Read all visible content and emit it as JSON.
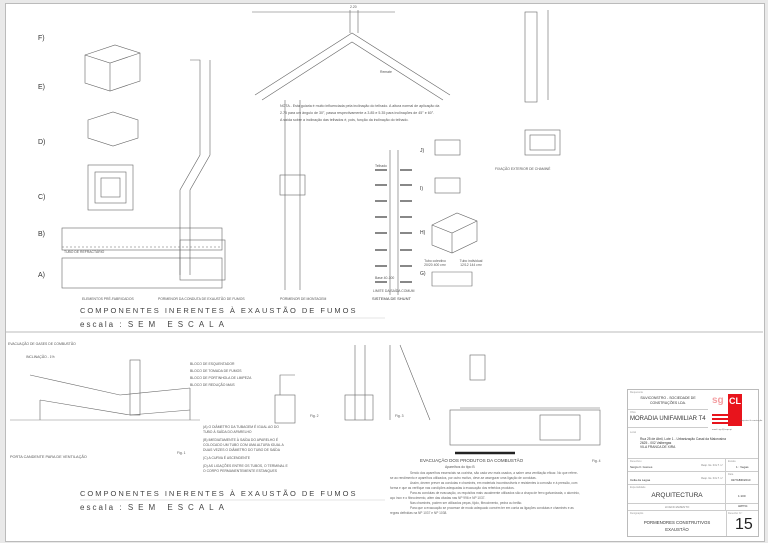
{
  "top": {
    "row_labels": [
      "F)",
      "E)",
      "D)",
      "C)",
      "B)",
      "A)"
    ],
    "detail_labels": [
      "J)",
      "I)",
      "H)",
      "G)"
    ],
    "section_captions": [
      "ELEMENTOS PRÉ-FABRICADOS",
      "PORMENOR DA CONDUTA DE EXAUSTÃO DE FUMOS",
      "PORMENOR DE MONTAGEM",
      "SISTEMA DE SHUNT"
    ],
    "chimney_caption": "FIXAÇÃO EXTERIOR DE CHAMINÉ",
    "tubo_label": "TUBO DE REFRACTÁRIO",
    "nota": [
      "NOTA - Esta guiaria é muito influenciada pela inclinação do telhado. A altura normal de aplicação da",
      "2.75 para um ângulo de 30°, passa respectivamente a 3.85 e 5.35 para inclinações de 45° e 60°.",
      "A saída sobre a inclinação das telhados é, pois, função da inclinação do telhado."
    ],
    "dim_top": "2.20",
    "roof_label": "Remate",
    "shunt_labels": [
      "Telhado",
      "Base 40-100",
      "LIMITE DA SAÍDA COMUM"
    ],
    "g_labels": [
      "Tubo colectivo 20/20 400 cm²",
      "Tubo individual 12/12 144 cm²"
    ],
    "heading": "COMPONENTES INERENTES À EXAUSTÃO DE FUMOS",
    "scale_prefix": "escala :",
    "scale_value": "SEM ESCALA"
  },
  "bottom": {
    "title": "EVACUAÇÃO DE GASES DE COMBUSTÃO",
    "incl_label": "INCLINAÇÃO - 1%",
    "blocks": [
      "BLOCO DE ESQUENTADOR",
      "BLOCO DE TOMADA DE FUMOS",
      "BLOCO DE PORTINHOLA DE LIMPEZA",
      "BLOCO DE REDUÇÃO MAIS"
    ],
    "fig_labels": [
      "Fig. 1",
      "Fig. 2",
      "Fig. 3",
      "Fig. 4"
    ],
    "ventilation_label": "PORTA CANDENTE PARA DE VENTILAÇÃO",
    "rules": [
      {
        "key": "A",
        "text": "O DIÂMETRO DA TUBAGEM É IGUAL AO DO TUBO À SAÍDA DO APARELHO"
      },
      {
        "key": "B",
        "text": "IMEDIATAMENTE À SAÍDA DO APARELHO É COLOCADO UM TUBO COM UMA ALTURA IGUAL A DUAS VEZES O DIÂMETRO DO TUBO DE SAÍDA"
      },
      {
        "key": "C",
        "text": "A CURVA É ASCENDENTE"
      },
      {
        "key": "D",
        "text": "AS LIGAÇÕES ENTRE OS TUBOS, O TERMINAL E O CORPO PERMANENTEMENTE ESTANQUES"
      }
    ],
    "text_title": "EVACUAÇÃO DOS PRODUTOS DA COMBUSTÃO",
    "text_sub": "Aparelhos do tipo B",
    "paragraphs": [
      "Sendo dos aparelhos essenciais na cozinha, são cada vez mais usados, a saber uma ventilação eficaz. No que refere-se ao rendimento e aparelhos utilizados, por outro motivo, deve-se assegurar uma ligação de condutas.",
      "Assim, devem prever as condutas e chaminés, em materiais incombustíveis e resistentes à corrosão e à pressão, com forma e que as verifique nas condições adequadas à evacuação dos referidos produtos.",
      "Para as condutas de evacuação, os requisitos mais usualmente utilizados são a chapa de ferro galvanizada, o alumínio, aço inox e o fibrocimento, além das citadas nas NP 996 e NP 1037.",
      "Nas chaminés, podem ser utilizados peças, tijolo, fibrocimento, pedra ou betão.",
      "Para que a evacuação se processe de modo adequado convém ter em conta as ligações condutas e chaminés e as regras definidas na NP 1037 e NP 1038."
    ],
    "heading": "COMPONENTES INERENTES À EXAUSTÃO DE FUMOS",
    "scale_prefix": "escala :",
    "scale_value": "SEM ESCALA"
  },
  "title_block": {
    "client_caption": "Requerente",
    "client": "SILVICONSTRO - SOCIEDADE DE CONSTRUÇÕES LDA.",
    "obra_caption": "Obra",
    "obra": "MORADIA UNIFAMILIAR T4",
    "logo_text": "CL",
    "logo_sub": "projectos & construção",
    "email": "email: sgcl@sapo.pt",
    "local_caption": "Local",
    "local": [
      "Rua 25 de Abril, Lote 1 - Urbanização Casal da Maiorosina",
      "2625 - 002 Valbergas",
      "VILA FRANCA DE XIRA"
    ],
    "desenhou_caption": "Desenhou",
    "desenhou": "Sérgio F. Gomes",
    "desenhou_reg": "Resp. Ins. D.G.T. n.º",
    "verificou": "Célia da Lagoa",
    "verificou_reg": "Resp. Ins. D.G.T. n.º",
    "escala_caption": "Escala",
    "escala": "1 : Vegas",
    "data_caption": "Data",
    "data": "02/TABR/2010",
    "especialidade_caption": "Especialidade",
    "especialidade": "ARQUITECTURA",
    "fase": "LICENCIAMENTO",
    "escala2": "1:100",
    "ref": "ARPT04",
    "designacao_caption": "Designação",
    "designacao": [
      "PORMENORES CONSTRUTIVOS",
      "EXAUSTÃO"
    ],
    "sheet_caption": "Desenho N.º",
    "sheet_number": "15"
  },
  "colors": {
    "logo_red": "#e8141c",
    "line": "#555555"
  }
}
